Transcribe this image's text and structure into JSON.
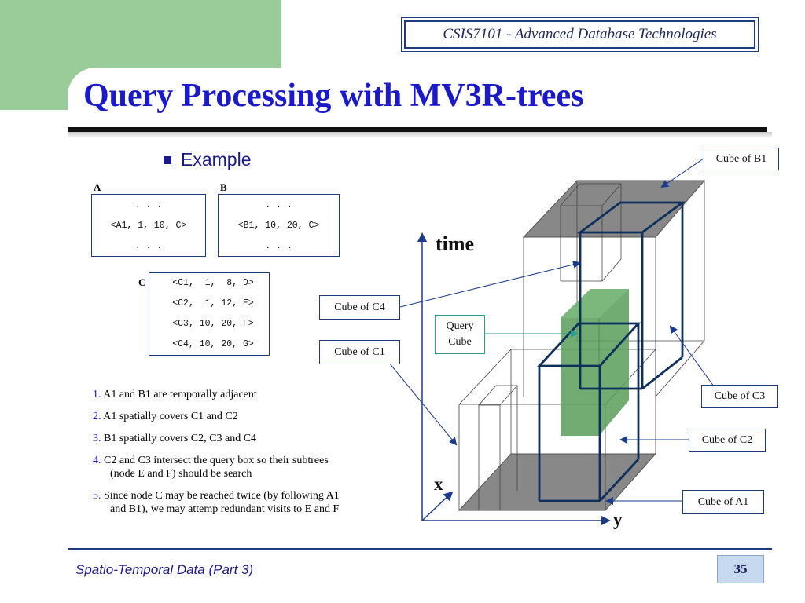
{
  "header": {
    "course": "CSIS7101 - Advanced Database Technologies",
    "title": "Query Processing with MV3R-trees"
  },
  "bullet": "Example",
  "nodes": {
    "A": {
      "label": "A",
      "rows": [
        ". . .",
        "<A1, 1, 10, C>",
        ". . ."
      ]
    },
    "B": {
      "label": "B",
      "rows": [
        ". . .",
        "<B1, 10, 20, C>",
        ". . ."
      ]
    },
    "C": {
      "label": "C",
      "rows": [
        "<C1,  1,  8, D>",
        "<C2,  1, 12, E>",
        "<C3, 10, 20, F>",
        "<C4, 10, 20, G>"
      ]
    }
  },
  "notes": [
    {
      "num": "1.",
      "text": "A1 and B1 are temporally adjacent"
    },
    {
      "num": "2.",
      "text": "A1 spatially covers C1 and C2"
    },
    {
      "num": "3.",
      "text": "B1 spatially covers C2, C3 and C4"
    },
    {
      "num": "4.",
      "text": "C2 and C3 intersect the query box so their subtrees (node E and F) should be search"
    },
    {
      "num": "5.",
      "text": "Since node C may be reached twice (by following A1 and B1), we may attemp redundant visits to E and F"
    }
  ],
  "diagram": {
    "axis_time": "time",
    "axis_x": "x",
    "axis_y": "y",
    "callouts": {
      "cube_b1": "Cube of B1",
      "cube_c4": "Cube of C4",
      "query_line1": "Query",
      "query_line2": "Cube",
      "cube_c1": "Cube of C1",
      "cube_c3": "Cube of C3",
      "cube_c2": "Cube of C2",
      "cube_a1": "Cube of A1"
    }
  },
  "footer": {
    "text": "Spatio-Temporal Data (Part 3)",
    "page": "35"
  },
  "colors": {
    "accent_green": "#99cc99",
    "title_blue": "#1a1acc",
    "cube_navy": "#0d2f5c",
    "query_green": "#5a9e5a"
  }
}
